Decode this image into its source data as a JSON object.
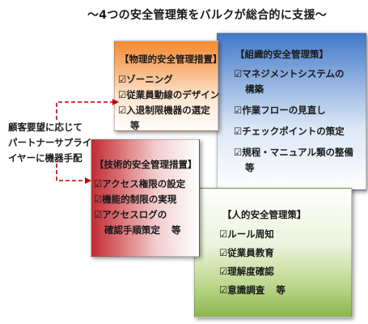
{
  "title": "～4つの安全管理策をバルクが総合的に支援～",
  "physical": {
    "heading": "【物理的安全管理措置】",
    "items": [
      "☑ゾーニング",
      "☑従業員動線のデザイン",
      "☑入退制限機器の選定"
    ],
    "continuation": "等"
  },
  "organizational": {
    "heading": "【組織的安全管理策】",
    "items": [
      "☑マネジメントシステムの",
      "☑作業フローの見直し",
      "☑チェックポイントの策定",
      "☑規程・マニュアル類の整備"
    ],
    "item1_continuation": "構築",
    "continuation": "等"
  },
  "human": {
    "heading": "【人的安全管理策】",
    "items": [
      "☑ルール周知",
      "☑従業員教育",
      "☑理解度確認",
      "☑意識調査"
    ],
    "last_suffix": "等"
  },
  "technical": {
    "heading": "【技術的安全管理措置】",
    "items": [
      "☑アクセス権限の設定",
      "☑機能的制限の実現",
      "☑アクセスログの"
    ],
    "item3_continuation": "確認手順策定",
    "continuation_suffix": "等"
  },
  "side_note": {
    "lines": [
      "顧客要望に応じて",
      "パートナーサプライ",
      "イヤーに機器手配"
    ]
  },
  "colors": {
    "physical": "#f58a30",
    "organizational": "#3f78c7",
    "human": "#8ab64d",
    "technical": "#c22b34",
    "arrow": "#c00000"
  }
}
